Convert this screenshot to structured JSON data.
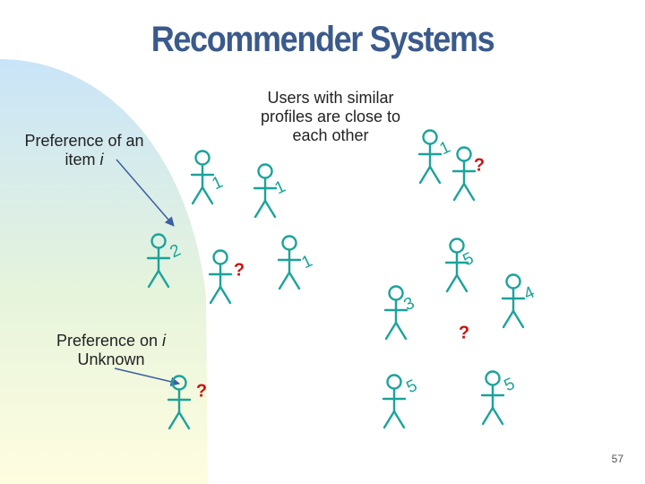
{
  "slide": {
    "title": "Recommender Systems",
    "page_number": "57"
  },
  "annotations": {
    "similar_profiles": "Users with similar profiles are close to each other",
    "preference_item": "Preference of an item i",
    "preference_unknown": "Preference on i Unknown"
  },
  "users": [
    {
      "rating": "1"
    },
    {
      "rating": "1"
    },
    {
      "rating": "2"
    },
    {
      "rating": "?"
    },
    {
      "rating": "1"
    },
    {
      "rating": "1"
    },
    {
      "rating": "?"
    },
    {
      "rating": "5"
    },
    {
      "rating": "3"
    },
    {
      "rating": "4"
    },
    {
      "rating": "?"
    },
    {
      "rating": "5"
    },
    {
      "rating": "5"
    },
    {
      "rating": "?"
    }
  ],
  "colors": {
    "figure": "#1aa39a",
    "known_rating": "#1aa39a",
    "unknown_rating": "#cc1111",
    "title": "#3a5a8c",
    "arrow": "#3b5fa0"
  }
}
